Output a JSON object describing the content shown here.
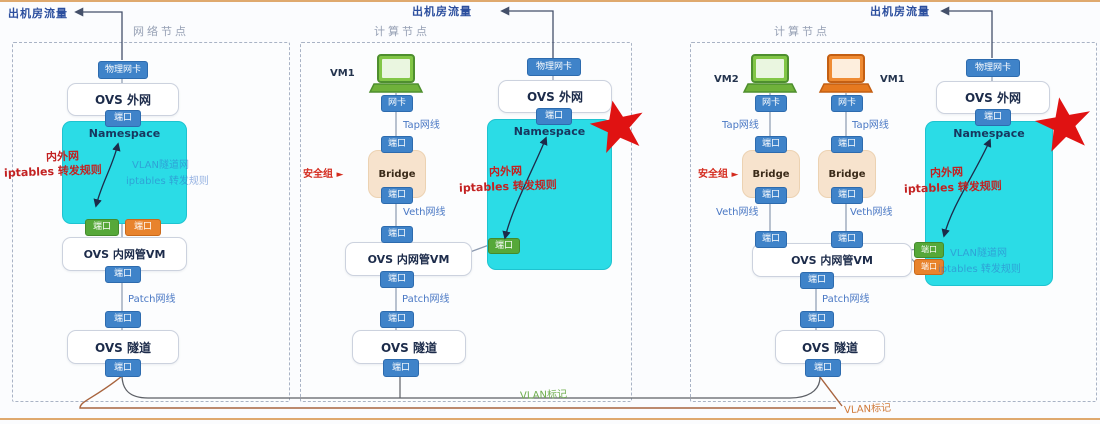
{
  "diagram": {
    "panel_titles": {
      "network": "网络节点",
      "compute": "计算节点"
    },
    "traffic_label": "出机房流量",
    "boxes": {
      "ovs_external": "OVS 外网",
      "namespace": "Namespace",
      "ovs_integration": "OVS 内网管VM",
      "ovs_tunnel": "OVS 隧道",
      "bridge": "Bridge"
    },
    "badges": {
      "physical_nic": "物理网卡",
      "port": "端口",
      "nic": "网卡"
    },
    "wires": {
      "tap": "Tap网线",
      "veth": "Veth网线",
      "patch": "Patch网线"
    },
    "vms": {
      "vm1": "VM1",
      "vm2": "VM2"
    },
    "annotations": {
      "nat_line1": "内外网",
      "nat_line2": "iptables 转发规则",
      "faded_line1": "VLAN隧道网",
      "faded_line2": "iptables 转发规则",
      "security_group": "安全组",
      "vlan_tag": "VLAN标记"
    },
    "colors": {
      "cyan": "#2bdce6",
      "badge_blue": "#3f83c9",
      "badge_green": "#56a839",
      "badge_orange": "#e8832d",
      "annotation_red": "#c32121",
      "star_red": "#e01212",
      "border_tan": "#dfa96e"
    }
  }
}
